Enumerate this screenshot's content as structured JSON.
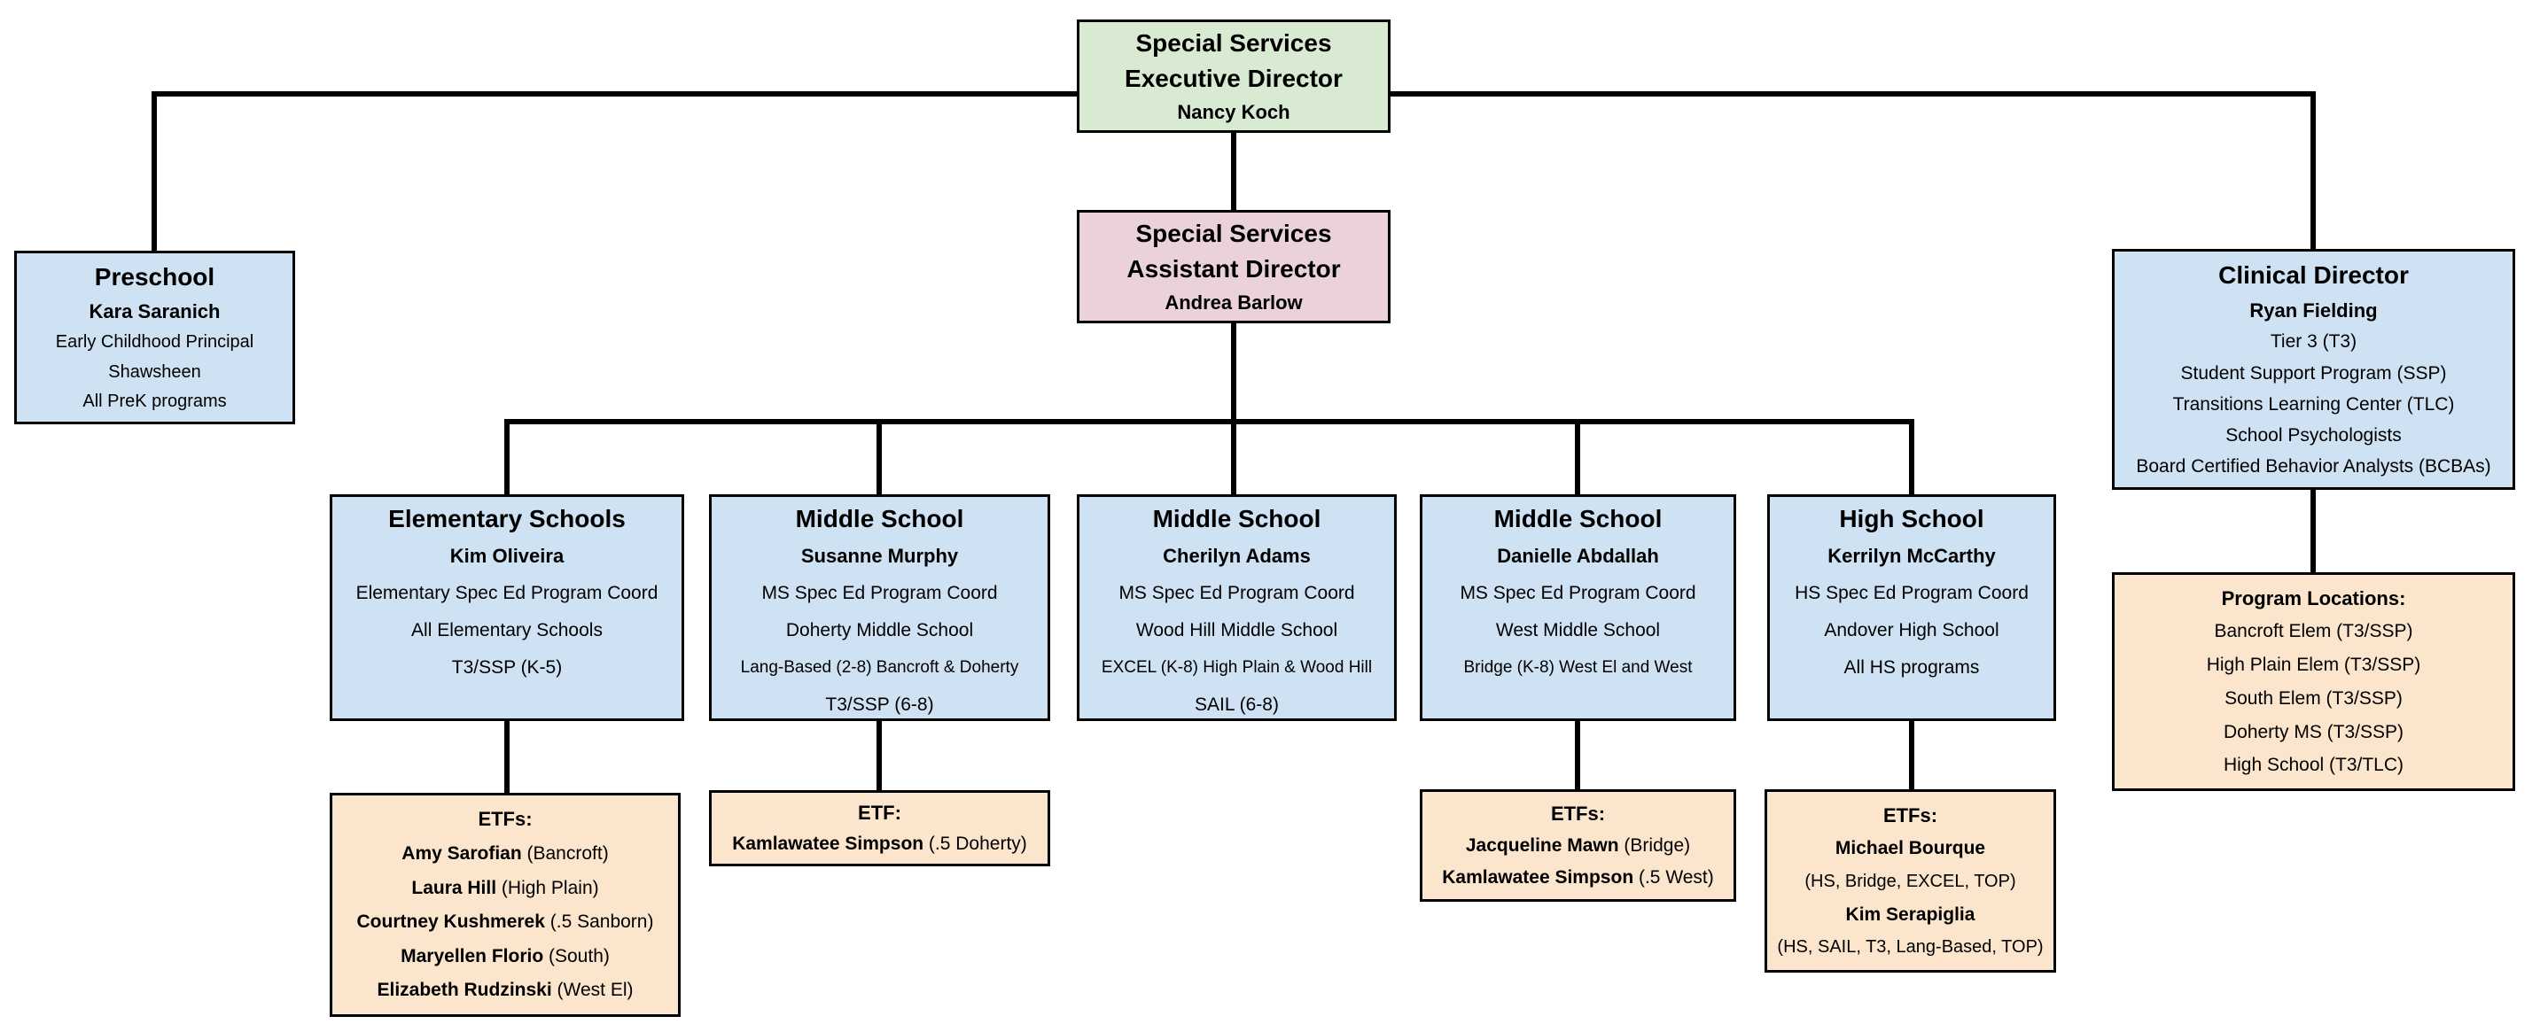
{
  "colors": {
    "executive_box": "#d9ead3",
    "assistant_box": "#ead1dc",
    "department_box": "#cfe2f3",
    "staff_box": "#fce5cd",
    "line": "#000000",
    "background": "#ffffff"
  },
  "boxes": {
    "executive": {
      "line1": "Special Services",
      "line2": "Executive Director",
      "name": "Nancy Koch"
    },
    "assistant": {
      "line1": "Special Services",
      "line2": "Assistant Director",
      "name": "Andrea Barlow"
    },
    "preschool": {
      "title": "Preschool",
      "name": "Kara Saranich",
      "details": [
        "Early Childhood Principal",
        "Shawsheen",
        "All PreK programs"
      ]
    },
    "clinical": {
      "title": "Clinical Director",
      "name": "Ryan Fielding",
      "details": [
        "Tier 3 (T3)",
        "Student Support Program (SSP)",
        "Transitions Learning Center (TLC)",
        "School Psychologists",
        "Board Certified Behavior Analysts (BCBAs)"
      ]
    },
    "elementary": {
      "title": "Elementary Schools",
      "name": "Kim Oliveira",
      "details": [
        "Elementary Spec Ed Program Coord",
        "All Elementary Schools",
        "T3/SSP (K-5)"
      ]
    },
    "middle_doherty": {
      "title": "Middle School",
      "name": "Susanne Murphy",
      "details": [
        "MS Spec Ed Program Coord",
        "Doherty Middle School",
        "Lang-Based (2-8) Bancroft & Doherty",
        "T3/SSP (6-8)"
      ]
    },
    "middle_woodhill": {
      "title": "Middle School",
      "name": "Cherilyn Adams",
      "details": [
        "MS Spec Ed Program Coord",
        "Wood Hill Middle School",
        "EXCEL (K-8) High Plain & Wood Hill",
        "SAIL (6-8)"
      ]
    },
    "middle_west": {
      "title": "Middle School",
      "name": "Danielle Abdallah",
      "details": [
        "MS Spec Ed Program Coord",
        "West Middle School",
        "Bridge (K-8) West El and West"
      ]
    },
    "high_school": {
      "title": "High School",
      "name": "Kerrilyn McCarthy",
      "details": [
        "HS Spec Ed Program Coord",
        "Andover High School",
        "All HS programs"
      ]
    },
    "etf_elementary": {
      "heading": "ETFs:",
      "lines": [
        {
          "b": "Amy Sarofian",
          "r": " (Bancroft)"
        },
        {
          "b": "Laura Hill",
          "r": " (High Plain)"
        },
        {
          "b": "Courtney Kushmerek",
          "r": " (.5 Sanborn)"
        },
        {
          "b": "Maryellen Florio",
          "r": " (South)"
        },
        {
          "b": "Elizabeth Rudzinski",
          "r": " (West El)"
        }
      ]
    },
    "etf_doherty": {
      "heading": "ETF:",
      "lines": [
        {
          "b": "Kamlawatee Simpson",
          "r": " (.5 Doherty)"
        }
      ]
    },
    "etf_west": {
      "heading": "ETFs:",
      "lines": [
        {
          "b": "Jacqueline Mawn",
          "r": " (Bridge)"
        },
        {
          "b": "Kamlawatee Simpson",
          "r": " (.5 West)"
        }
      ]
    },
    "etf_high_school": {
      "heading": "ETFs:",
      "lines": [
        {
          "b": "Michael Bourque",
          "r": ""
        },
        {
          "b": "",
          "r": "(HS, Bridge, EXCEL, TOP)"
        },
        {
          "b": "Kim Serapiglia",
          "r": ""
        },
        {
          "b": "",
          "r": "(HS, SAIL, T3, Lang-Based, TOP)"
        }
      ]
    },
    "program_locations": {
      "heading": "Program Locations:",
      "lines": [
        "Bancroft Elem (T3/SSP)",
        "High Plain Elem (T3/SSP)",
        "South Elem (T3/SSP)",
        "Doherty MS (T3/SSP)",
        "High School (T3/TLC)"
      ]
    }
  }
}
